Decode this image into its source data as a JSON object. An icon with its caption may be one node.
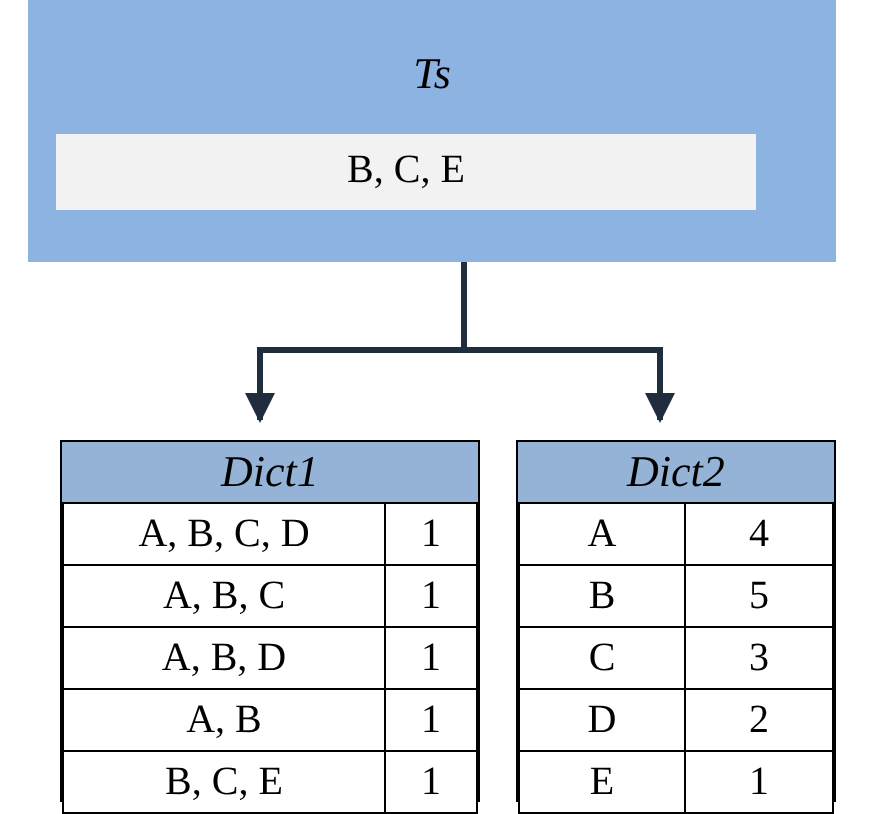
{
  "diagram": {
    "nodes": [
      {
        "text": [
          "Ts"
        ]
      },
      {
        "text": [
          "B, C, E"
        ],
        "in": 0
      },
      {
        "text": [
          "Dict1"
        ]
      },
      {
        "text": [
          "Dict2"
        ]
      }
    ],
    "edges": [
      {
        "from": 0,
        "to": 2,
        "arrow": "to"
      },
      {
        "from": 0,
        "to": 3,
        "arrow": "to"
      }
    ],
    "labels": [
      "A, B, C, D",
      "1",
      "A, B, C",
      "1",
      "A, B, D",
      "1",
      "A, B",
      "1",
      "B, C, E",
      "1",
      "A",
      "4",
      "B",
      "5",
      "C",
      "3",
      "D",
      "2",
      "E",
      "1"
    ]
  }
}
